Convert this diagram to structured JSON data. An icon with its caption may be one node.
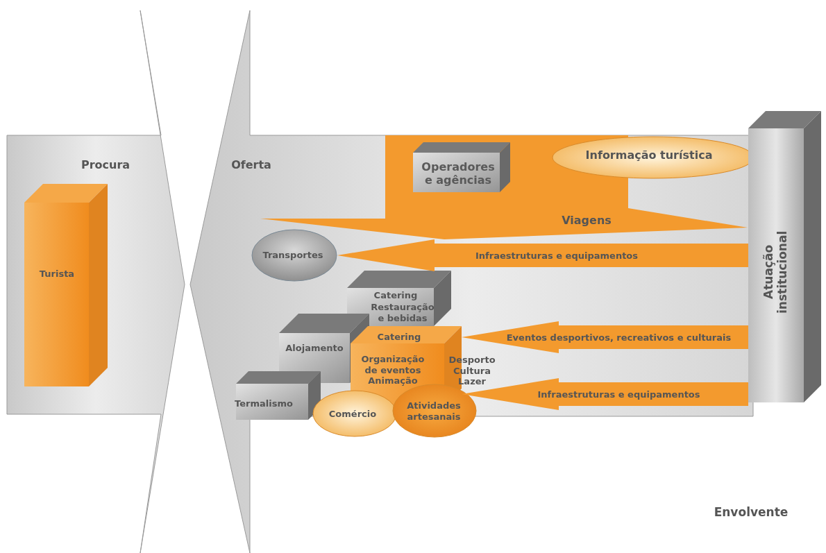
{
  "diagram": {
    "nodes": [
      {
        "text": [
          "Procura"
        ]
      },
      {
        "text": [
          "Turista"
        ],
        "in": 0
      },
      {
        "text": [
          "Oferta"
        ]
      },
      {
        "text": [
          "Viagens"
        ],
        "in": 2
      },
      {
        "text": [
          "Operadores e agências"
        ],
        "in": 3
      },
      {
        "text": [
          "Informação turística"
        ],
        "in": 3
      },
      {
        "text": [
          "Atuação institucional"
        ]
      },
      {
        "text": [
          "Transportes"
        ],
        "in": 2
      },
      {
        "text": [
          "Catering",
          "Restauração e bebidas"
        ],
        "in": 2
      },
      {
        "text": [
          "Alojamento"
        ],
        "in": 2
      },
      {
        "text": [
          "Catering",
          "Organização de eventos Animação",
          "Desporto Cultura Lazer"
        ],
        "in": 2
      },
      {
        "text": [
          "Termalismo"
        ],
        "in": 2
      },
      {
        "text": [
          "Comércio"
        ],
        "in": 2
      },
      {
        "text": [
          "Atividades artesanais"
        ],
        "in": 2
      }
    ],
    "edges": [
      {
        "from": 6,
        "to": 7,
        "arrow": "to",
        "label": "Infraestruturas e equipamentos"
      },
      {
        "from": 6,
        "to": 10,
        "arrow": "to",
        "label": "Eventos desportivos, recreativos e culturais"
      },
      {
        "from": 6,
        "to": 10,
        "arrow": "to",
        "label": "Infraestruturas e equipamentos"
      }
    ],
    "labels": [
      "Envolvente"
    ]
  }
}
